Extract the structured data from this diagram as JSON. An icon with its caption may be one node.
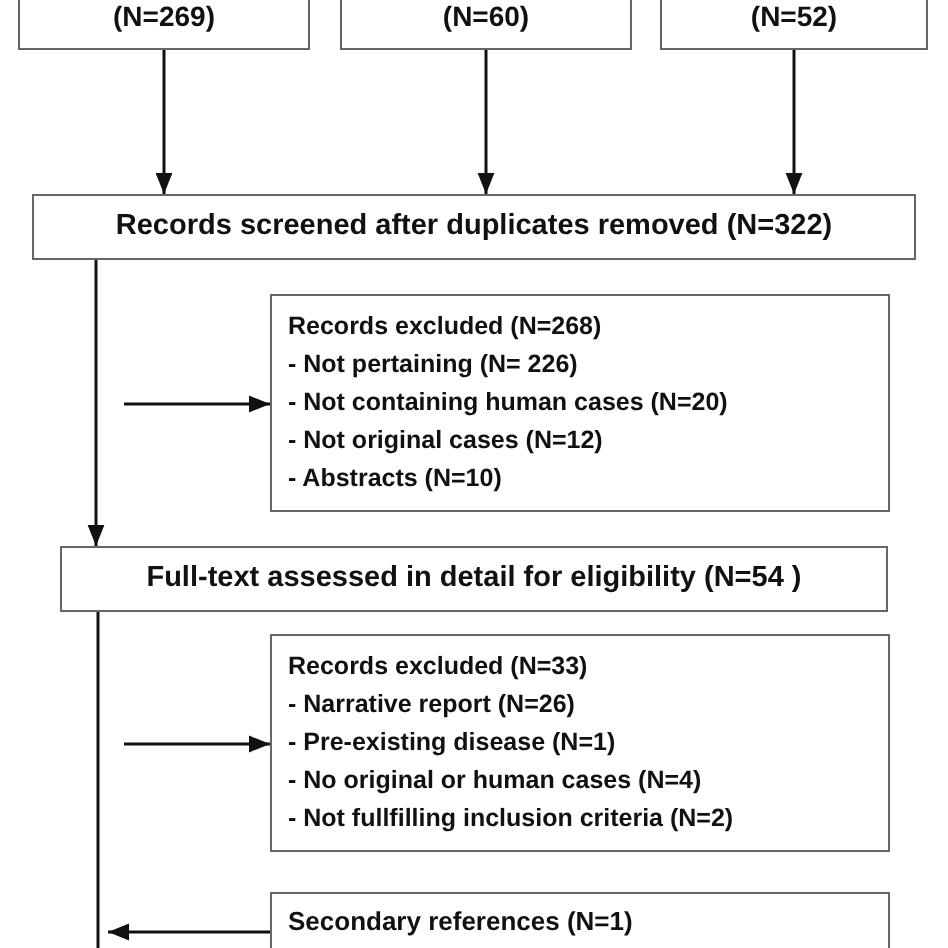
{
  "diagram": {
    "nodes": [
      {
        "text": [
          "(N=269)"
        ]
      },
      {
        "text": [
          "(N=60)"
        ]
      },
      {
        "text": [
          "(N=52)"
        ]
      },
      {
        "text": [
          "Records screened after duplicates removed (N=322)"
        ]
      },
      {
        "text": [
          "Records excluded (N=268)",
          "- Not pertaining (N= 226)",
          "- Not containing human cases (N=20)",
          "- Not original cases (N=12)",
          "- Abstracts (N=10)"
        ]
      },
      {
        "text": [
          "Full-text assessed in detail for eligibility (N=54 )"
        ]
      },
      {
        "text": [
          "Records excluded (N=33)",
          "- Narrative report (N=26)",
          "- Pre-existing disease (N=1)",
          "- No original or human cases (N=4)",
          "- Not fullfilling inclusion criteria (N=2)"
        ]
      },
      {
        "text": [
          "Secondary references (N=1)"
        ]
      }
    ],
    "edges": [
      {
        "from": 0,
        "to": 3,
        "arrow": "to"
      },
      {
        "from": 1,
        "to": 3,
        "arrow": "to"
      },
      {
        "from": 2,
        "to": 3,
        "arrow": "to"
      },
      {
        "from": 3,
        "to": 5,
        "arrow": "to"
      },
      {
        "from": null,
        "to": 4,
        "arrow": "to"
      },
      {
        "from": null,
        "to": 6,
        "arrow": "to"
      },
      {
        "from": 7,
        "to": null,
        "arrow": "to"
      },
      {
        "from": 5,
        "to": null,
        "arrow": "none"
      }
    ]
  }
}
